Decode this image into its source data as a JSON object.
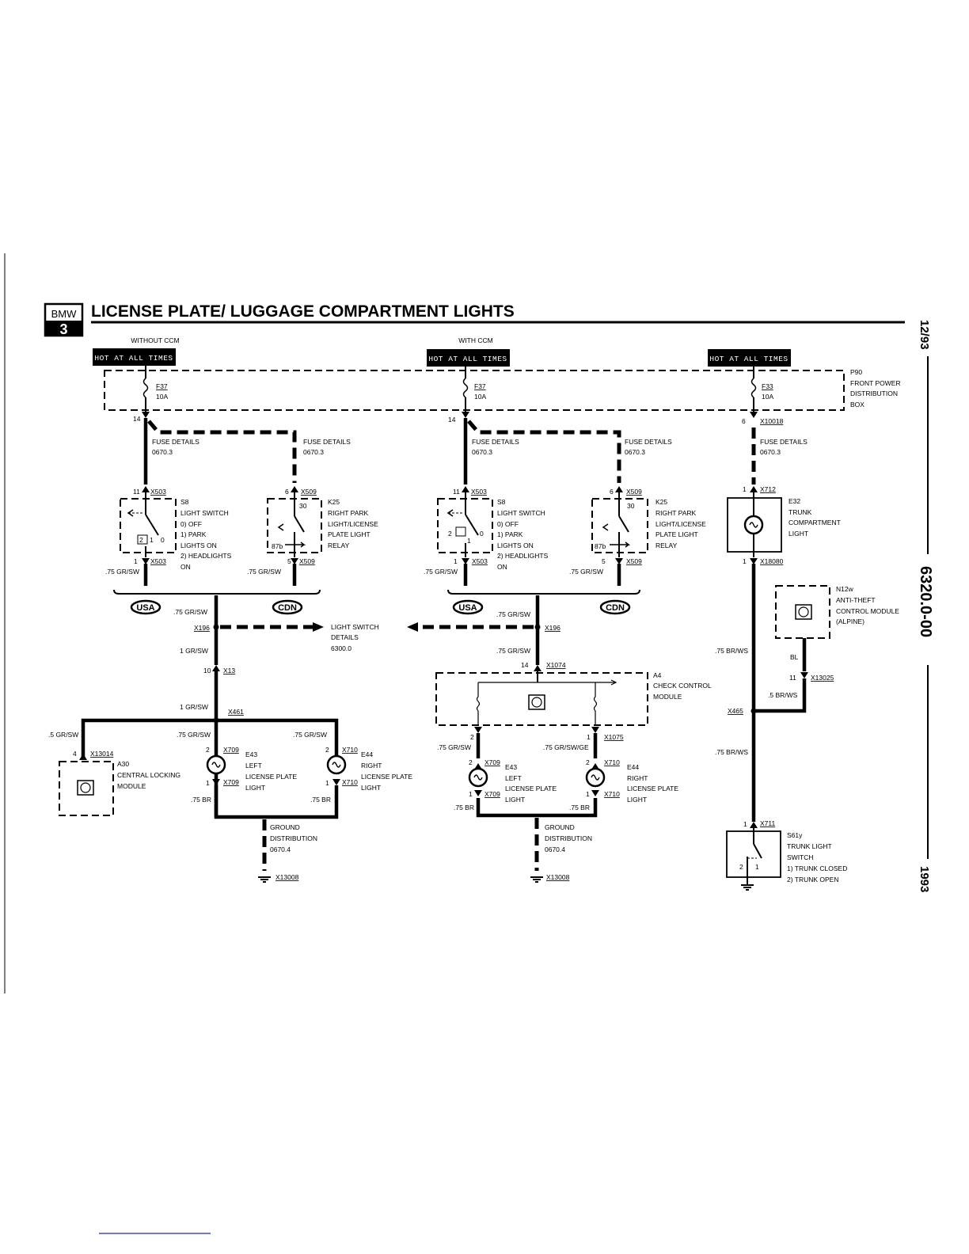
{
  "header": {
    "logo_top": "BMW",
    "logo_bottom": "3",
    "title": "LICENSE PLATE/ LUGGAGE COMPARTMENT LIGHTS"
  },
  "side": {
    "date": "12/93",
    "doc_number": "6320.0-00",
    "year": "1993"
  },
  "variants": {
    "without_ccm": "WITHOUT CCM",
    "with_ccm": "WITH CCM"
  },
  "hot_label": "HOT AT ALL TIMES",
  "fuses": {
    "f37": "F37",
    "f33": "F33",
    "rating": "10A",
    "p90": [
      "P90",
      "FRONT POWER",
      "DISTRIBUTION",
      "BOX"
    ]
  },
  "fuse_details": [
    "FUSE DETAILS",
    "0670.3"
  ],
  "light_switch": {
    "id": "S8",
    "lines": [
      "LIGHT SWITCH",
      "0)  OFF",
      "1)  PARK",
      "     LIGHTS ON",
      "2)  HEADLIGHTS",
      "     ON"
    ],
    "pos_labels": [
      "2",
      "1",
      "0"
    ]
  },
  "relay": {
    "id": "K25",
    "lines": [
      "RIGHT PARK",
      "LIGHT/LICENSE",
      "PLATE LIGHT",
      "RELAY"
    ],
    "pin30": "30",
    "pin87b": "87b"
  },
  "connectors": {
    "x503": "X503",
    "x509": "X509",
    "x10018": "X10018",
    "x712": "X712",
    "x18080": "X18080",
    "x196": "X196",
    "x13": "X13",
    "x461": "X461",
    "x13014": "X13014",
    "x709": "X709",
    "x710": "X710",
    "x13008": "X13008",
    "x1074": "X1074",
    "x1075": "X1075",
    "x13025": "X13025",
    "x465": "X465",
    "x711": "X711"
  },
  "pins": {
    "p14": "14",
    "p11": "11",
    "p6": "6",
    "p1": "1",
    "p5": "5",
    "p10": "10",
    "p4": "4",
    "p2": "2"
  },
  "wires": {
    "gr_sw_75": ".75 GR/SW",
    "gr_sw_1": "1 GR/SW",
    "gr_sw_5": ".5 GR/SW",
    "br_75": ".75 BR",
    "br_ws_75": ".75 BR/WS",
    "br_ws_5": ".5 BR/WS",
    "gr_sw_ge_75": ".75 GR/SW/GE",
    "bl": "BL"
  },
  "markets": {
    "usa": "USA",
    "cdn": "CDN"
  },
  "light_switch_details": [
    "LIGHT SWITCH",
    "DETAILS",
    "6300.0"
  ],
  "e32": [
    "E32",
    "TRUNK",
    "COMPARTMENT",
    "LIGHT"
  ],
  "n12w": [
    "N12w",
    "ANTI-THEFT",
    "CONTROL MODULE",
    "(ALPINE)"
  ],
  "a30": [
    "A30",
    "CENTRAL LOCKING",
    "MODULE"
  ],
  "a4": [
    "A4",
    "CHECK CONTROL",
    "MODULE"
  ],
  "e43": [
    "E43",
    "LEFT",
    "LICENSE PLATE",
    "LIGHT"
  ],
  "e44": [
    "E44",
    "RIGHT",
    "LICENSE PLATE",
    "LIGHT"
  ],
  "ground": [
    "GROUND",
    "DISTRIBUTION",
    "0670.4"
  ],
  "s61y": [
    "S61y",
    "TRUNK LIGHT",
    "SWITCH",
    "1)  TRUNK CLOSED",
    "2)  TRUNK OPEN"
  ]
}
